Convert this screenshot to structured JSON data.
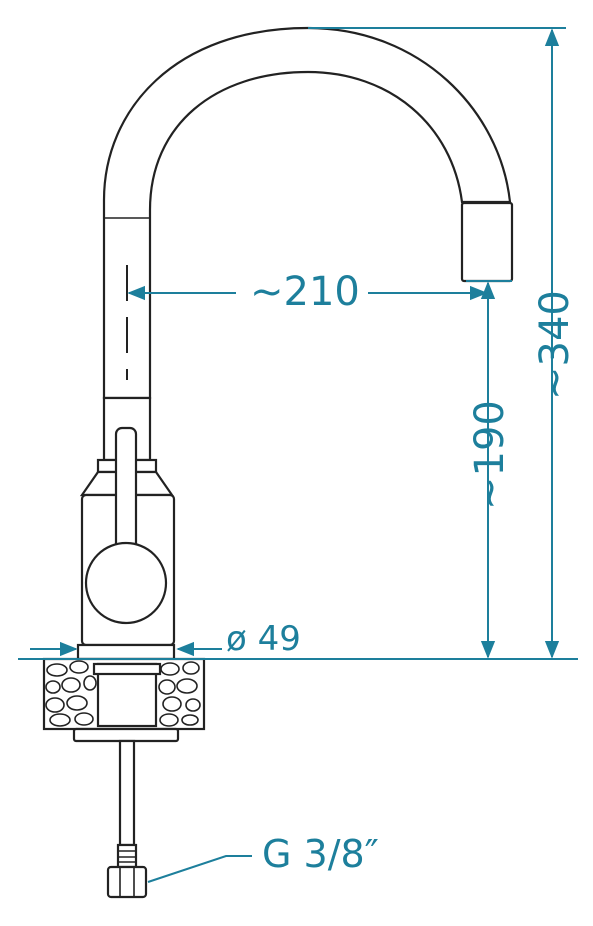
{
  "figure": {
    "description_labels": {
      "reach": "~210",
      "spout_height": "~190",
      "total_height": "~340",
      "base_diameter": "ø 49",
      "thread": "G 3/8″"
    },
    "colors": {
      "dimension": "#1d7f9c",
      "outline": "#222222"
    }
  }
}
